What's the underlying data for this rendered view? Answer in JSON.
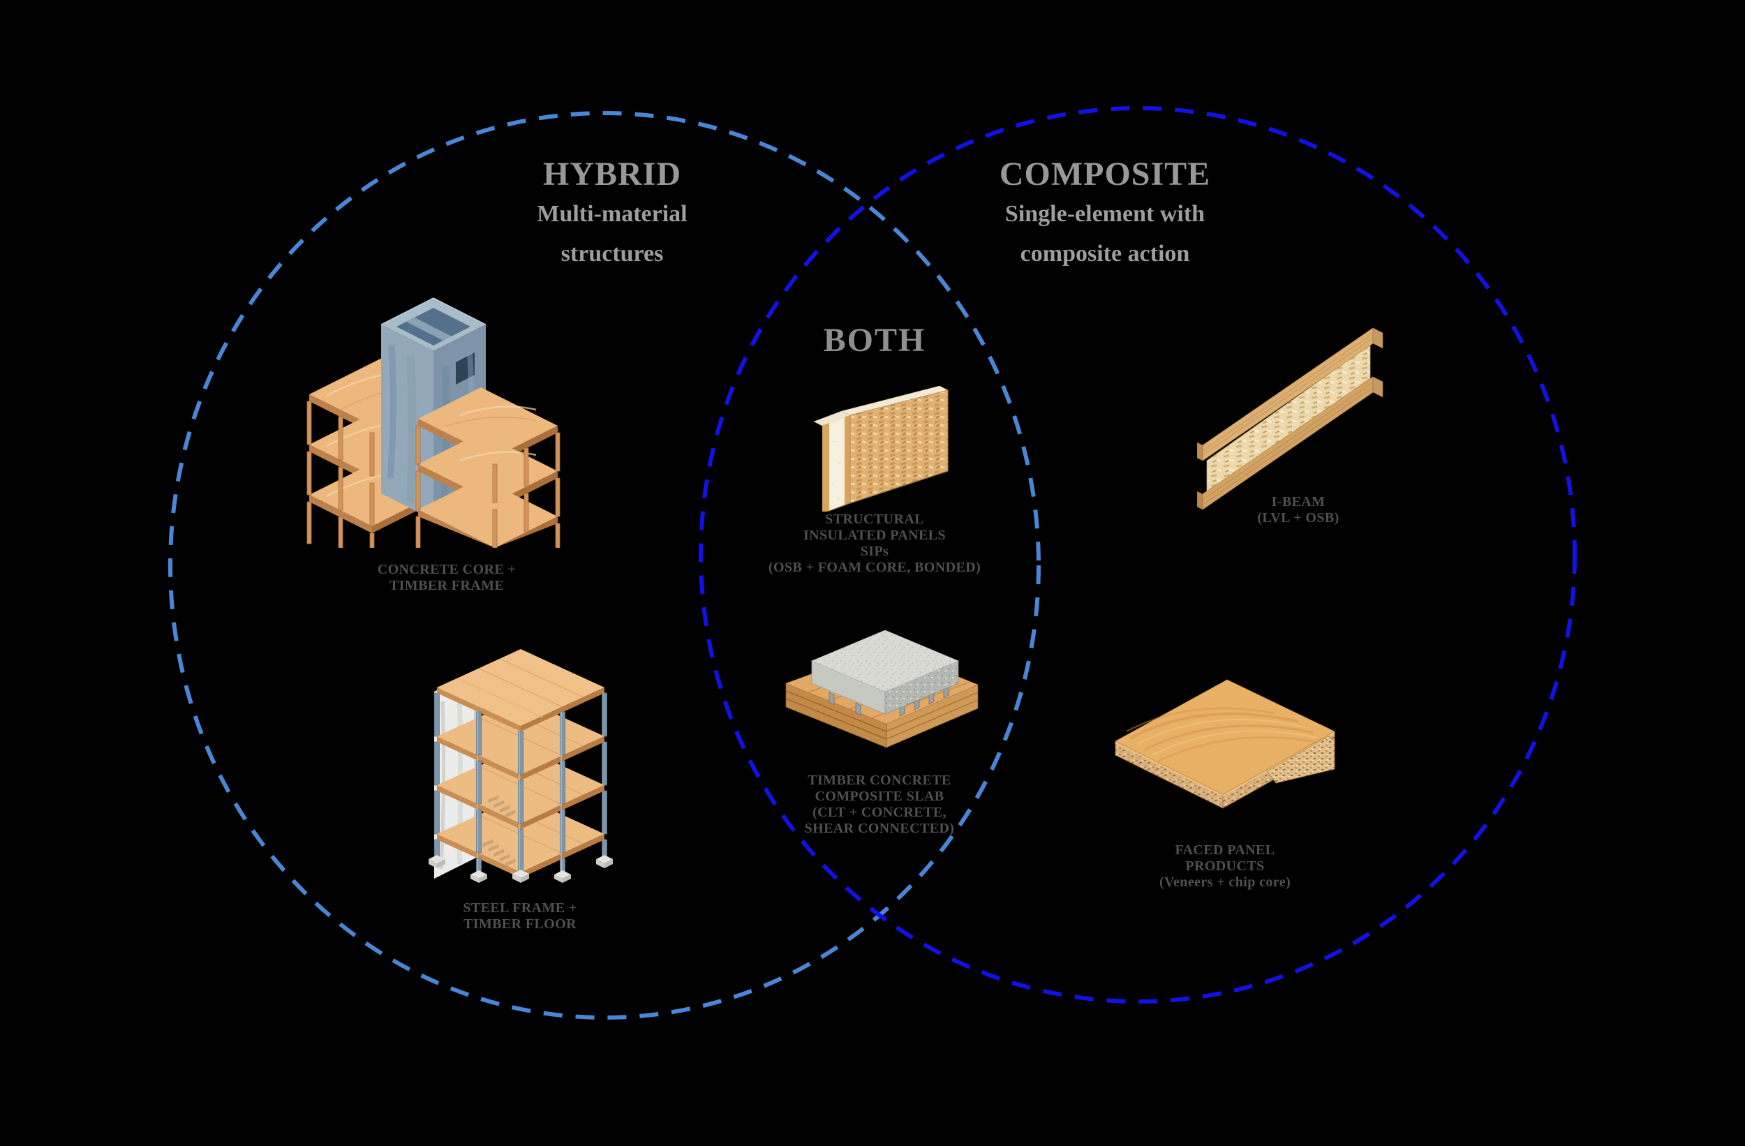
{
  "venn": {
    "left": {
      "title": "HYBRID",
      "subtitle_line1": "Multi-material",
      "subtitle_line2": "structures",
      "circle_color": "#4a86d8"
    },
    "right": {
      "title": "COMPOSITE",
      "subtitle_line1": "Single-element with",
      "subtitle_line2": "composite action",
      "circle_color": "#1212e6"
    },
    "both": {
      "title": "BOTH"
    }
  },
  "items": [
    {
      "id": "concrete-core-timber-frame",
      "region": "hybrid",
      "illustration": "concrete-core-timber-frame-illustration",
      "label": [
        "CONCRETE CORE +",
        "TIMBER FRAME"
      ]
    },
    {
      "id": "steel-frame-timber-floor",
      "region": "hybrid",
      "illustration": "steel-frame-timber-floor-illustration",
      "label": [
        "STEEL FRAME +",
        "TIMBER FLOOR"
      ]
    },
    {
      "id": "structural-insulated-panels",
      "region": "both",
      "illustration": "sip-panel-illustration",
      "label": [
        "STRUCTURAL",
        "INSULATED PANELS",
        "SIPs",
        "(OSB + FOAM CORE, BONDED)"
      ]
    },
    {
      "id": "timber-concrete-composite-slab",
      "region": "both",
      "illustration": "timber-concrete-composite-slab-illustration",
      "label": [
        "TIMBER CONCRETE",
        "COMPOSITE SLAB",
        "(CLT + CONCRETE,",
        "SHEAR CONNECTED)"
      ]
    },
    {
      "id": "i-beam",
      "region": "composite",
      "illustration": "wood-i-beam-illustration",
      "label": [
        "I-BEAM",
        "(LVL + OSB)"
      ]
    },
    {
      "id": "faced-panel-products",
      "region": "composite",
      "illustration": "faced-panel-illustration",
      "label": [
        "FACED PANEL",
        "PRODUCTS",
        "(Veneers + chip core)"
      ]
    }
  ],
  "colors": {
    "background": "#000000",
    "heading_gray": "#989898",
    "label_gray": "#505050",
    "left_circle_blue": "#4a86d8",
    "right_circle_blue": "#1212e6"
  }
}
